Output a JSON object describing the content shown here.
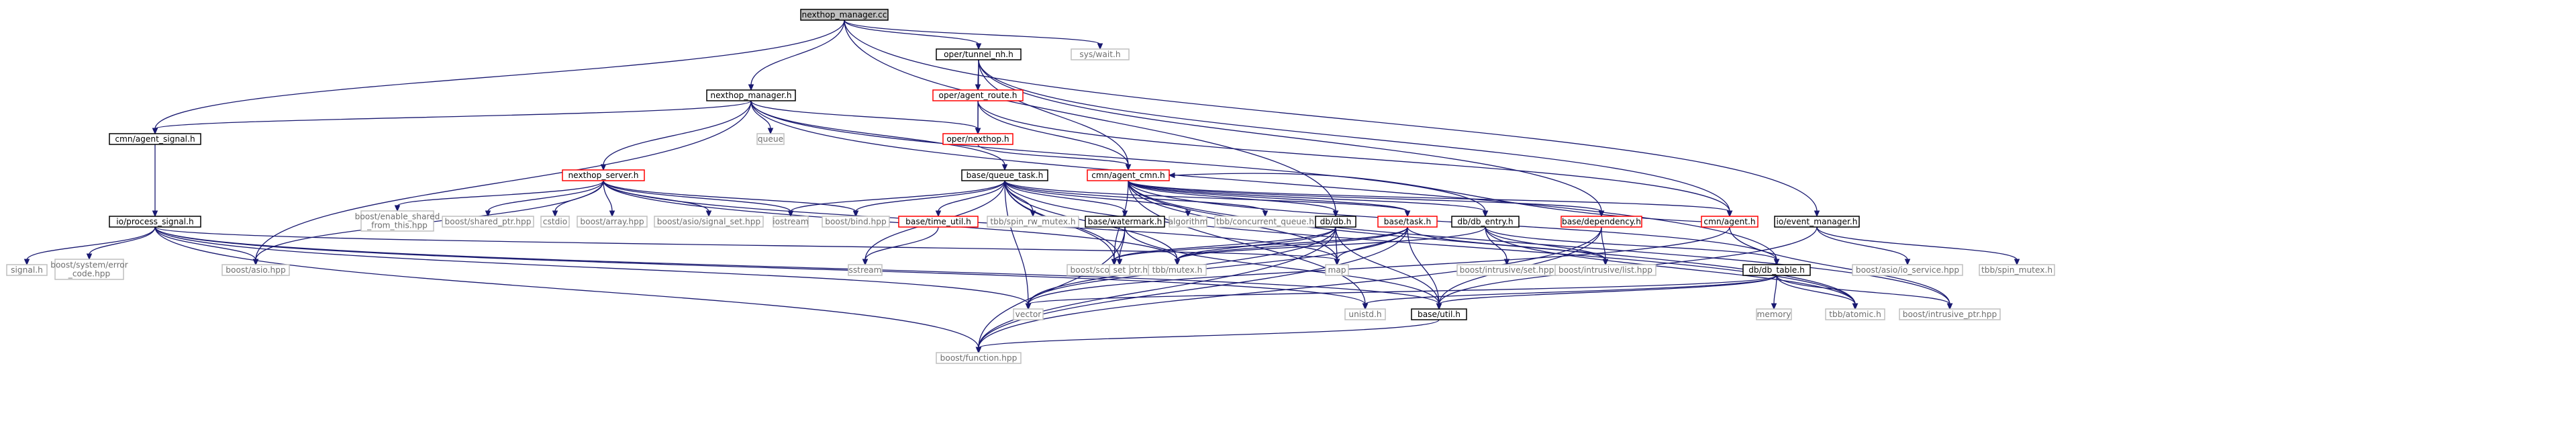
{
  "graph": {
    "colors": {
      "edge": "#191970",
      "root_fill": "#bfbfbf",
      "root_border": "#000000",
      "linked_border": "#000000",
      "truncated_border": "#ff0000",
      "leaf_border": "#bfbfbf",
      "text_dark": "#000000",
      "text_leaf": "#6e6e6e"
    },
    "nodes": [
      {
        "id": "nexthop_manager_cc",
        "label": "nexthop_manager.cc",
        "kind": "root"
      },
      {
        "id": "cmn_agent_signal_h",
        "label": "cmn/agent_signal.h",
        "kind": "linked"
      },
      {
        "id": "nexthop_manager_h",
        "label": "nexthop_manager.h",
        "kind": "linked"
      },
      {
        "id": "oper_tunnel_nh_h",
        "label": "oper/tunnel_nh.h",
        "kind": "linked"
      },
      {
        "id": "sys_wait_h",
        "label": "sys/wait.h",
        "kind": "leaf"
      },
      {
        "id": "oper_agent_route_h",
        "label": "oper/agent_route.h",
        "kind": "truncated"
      },
      {
        "id": "oper_nexthop_h",
        "label": "oper/nexthop.h",
        "kind": "truncated"
      },
      {
        "id": "queue",
        "label": "queue",
        "kind": "leaf"
      },
      {
        "id": "nexthop_server_h",
        "label": "nexthop_server.h",
        "kind": "truncated"
      },
      {
        "id": "base_queue_task_h",
        "label": "base/queue_task.h",
        "kind": "linked"
      },
      {
        "id": "cmn_agent_cmn_h",
        "label": "cmn/agent_cmn.h",
        "kind": "truncated"
      },
      {
        "id": "io_process_signal_h",
        "label": "io/process_signal.h",
        "kind": "linked"
      },
      {
        "id": "boost_enable_shared_from_this_hpp",
        "label": "boost/enable_shared\n_from_this.hpp",
        "kind": "leaf"
      },
      {
        "id": "boost_shared_ptr_hpp",
        "label": "boost/shared_ptr.hpp",
        "kind": "leaf"
      },
      {
        "id": "cstdio",
        "label": "cstdio",
        "kind": "leaf"
      },
      {
        "id": "boost_array_hpp",
        "label": "boost/array.hpp",
        "kind": "leaf"
      },
      {
        "id": "boost_asio_signal_set_hpp",
        "label": "boost/asio/signal_set.hpp",
        "kind": "leaf"
      },
      {
        "id": "iostream",
        "label": "iostream",
        "kind": "leaf"
      },
      {
        "id": "boost_bind_hpp",
        "label": "boost/bind.hpp",
        "kind": "leaf"
      },
      {
        "id": "base_time_util_h",
        "label": "base/time_util.h",
        "kind": "truncated"
      },
      {
        "id": "tbb_spin_rw_mutex_h",
        "label": "tbb/spin_rw_mutex.h",
        "kind": "leaf"
      },
      {
        "id": "base_watermark_h",
        "label": "base/watermark.h",
        "kind": "linked"
      },
      {
        "id": "algorithm",
        "label": "algorithm",
        "kind": "leaf"
      },
      {
        "id": "tbb_concurrent_queue_h",
        "label": "tbb/concurrent_queue.h",
        "kind": "leaf"
      },
      {
        "id": "db_db_h",
        "label": "db/db.h",
        "kind": "linked"
      },
      {
        "id": "base_task_h",
        "label": "base/task.h",
        "kind": "truncated"
      },
      {
        "id": "db_db_entry_h",
        "label": "db/db_entry.h",
        "kind": "linked"
      },
      {
        "id": "base_dependency_h",
        "label": "base/dependency.h",
        "kind": "truncated"
      },
      {
        "id": "cmn_agent_h",
        "label": "cmn/agent.h",
        "kind": "truncated"
      },
      {
        "id": "io_event_manager_h",
        "label": "io/event_manager.h",
        "kind": "linked"
      },
      {
        "id": "signal_h",
        "label": "signal.h",
        "kind": "leaf"
      },
      {
        "id": "boost_system_error_code_hpp",
        "label": "boost/system/error\n_code.hpp",
        "kind": "leaf"
      },
      {
        "id": "boost_asio_hpp",
        "label": "boost/asio.hpp",
        "kind": "leaf"
      },
      {
        "id": "sstream",
        "label": "sstream",
        "kind": "leaf"
      },
      {
        "id": "boost_scoped_ptr_hpp",
        "label": "boost/scoped_ptr.hpp",
        "kind": "leaf"
      },
      {
        "id": "set",
        "label": "set",
        "kind": "leaf"
      },
      {
        "id": "tbb_mutex_h",
        "label": "tbb/mutex.h",
        "kind": "leaf"
      },
      {
        "id": "map",
        "label": "map",
        "kind": "leaf"
      },
      {
        "id": "boost_intrusive_set_hpp",
        "label": "boost/intrusive/set.hpp",
        "kind": "leaf"
      },
      {
        "id": "boost_intrusive_list_hpp",
        "label": "boost/intrusive/list.hpp",
        "kind": "leaf"
      },
      {
        "id": "db_db_table_h",
        "label": "db/db_table.h",
        "kind": "linked"
      },
      {
        "id": "boost_asio_io_service_hpp",
        "label": "boost/asio/io_service.hpp",
        "kind": "leaf"
      },
      {
        "id": "tbb_spin_mutex_h",
        "label": "tbb/spin_mutex.h",
        "kind": "leaf"
      },
      {
        "id": "vector",
        "label": "vector",
        "kind": "leaf"
      },
      {
        "id": "unistd_h",
        "label": "unistd.h",
        "kind": "leaf"
      },
      {
        "id": "base_util_h",
        "label": "base/util.h",
        "kind": "linked"
      },
      {
        "id": "memory",
        "label": "memory",
        "kind": "leaf"
      },
      {
        "id": "tbb_atomic_h",
        "label": "tbb/atomic.h",
        "kind": "leaf"
      },
      {
        "id": "boost_intrusive_ptr_hpp",
        "label": "boost/intrusive_ptr.hpp",
        "kind": "leaf"
      },
      {
        "id": "boost_function_hpp",
        "label": "boost/function.hpp",
        "kind": "leaf"
      }
    ],
    "edges": [
      [
        "nexthop_manager_cc",
        "cmn_agent_signal_h"
      ],
      [
        "nexthop_manager_cc",
        "nexthop_manager_h"
      ],
      [
        "nexthop_manager_cc",
        "oper_tunnel_nh_h"
      ],
      [
        "nexthop_manager_cc",
        "sys_wait_h"
      ],
      [
        "nexthop_manager_cc",
        "db_db_h"
      ],
      [
        "nexthop_manager_cc",
        "io_event_manager_h"
      ],
      [
        "nexthop_manager_h",
        "cmn_agent_signal_h"
      ],
      [
        "nexthop_manager_h",
        "queue"
      ],
      [
        "nexthop_manager_h",
        "nexthop_server_h"
      ],
      [
        "nexthop_manager_h",
        "base_queue_task_h"
      ],
      [
        "nexthop_manager_h",
        "oper_nexthop_h"
      ],
      [
        "nexthop_manager_h",
        "boost_asio_hpp"
      ],
      [
        "nexthop_manager_h",
        "db_db_entry_h"
      ],
      [
        "nexthop_manager_h",
        "db_db_table_h"
      ],
      [
        "oper_tunnel_nh_h",
        "oper_agent_route_h"
      ],
      [
        "oper_tunnel_nh_h",
        "oper_nexthop_h"
      ],
      [
        "oper_tunnel_nh_h",
        "cmn_agent_cmn_h"
      ],
      [
        "oper_tunnel_nh_h",
        "cmn_agent_h"
      ],
      [
        "oper_tunnel_nh_h",
        "base_dependency_h"
      ],
      [
        "oper_agent_route_h",
        "oper_nexthop_h"
      ],
      [
        "oper_agent_route_h",
        "cmn_agent_cmn_h"
      ],
      [
        "oper_agent_route_h",
        "cmn_agent_h"
      ],
      [
        "oper_nexthop_h",
        "cmn_agent_cmn_h"
      ],
      [
        "cmn_agent_signal_h",
        "io_process_signal_h"
      ],
      [
        "io_process_signal_h",
        "signal_h"
      ],
      [
        "io_process_signal_h",
        "boost_system_error_code_hpp"
      ],
      [
        "io_process_signal_h",
        "boost_asio_hpp"
      ],
      [
        "io_process_signal_h",
        "map"
      ],
      [
        "io_process_signal_h",
        "vector"
      ],
      [
        "io_process_signal_h",
        "unistd_h"
      ],
      [
        "io_process_signal_h",
        "base_util_h"
      ],
      [
        "io_process_signal_h",
        "boost_function_hpp"
      ],
      [
        "nexthop_server_h",
        "boost_enable_shared_from_this_hpp"
      ],
      [
        "nexthop_server_h",
        "boost_shared_ptr_hpp"
      ],
      [
        "nexthop_server_h",
        "cstdio"
      ],
      [
        "nexthop_server_h",
        "boost_array_hpp"
      ],
      [
        "nexthop_server_h",
        "boost_asio_signal_set_hpp"
      ],
      [
        "nexthop_server_h",
        "iostream"
      ],
      [
        "nexthop_server_h",
        "boost_bind_hpp"
      ],
      [
        "nexthop_server_h",
        "boost_asio_hpp"
      ],
      [
        "nexthop_server_h",
        "map"
      ],
      [
        "nexthop_server_h",
        "tbb_mutex_h"
      ],
      [
        "base_queue_task_h",
        "iostream"
      ],
      [
        "base_queue_task_h",
        "boost_bind_hpp"
      ],
      [
        "base_queue_task_h",
        "base_time_util_h"
      ],
      [
        "base_queue_task_h",
        "tbb_spin_rw_mutex_h"
      ],
      [
        "base_queue_task_h",
        "base_watermark_h"
      ],
      [
        "base_queue_task_h",
        "algorithm"
      ],
      [
        "base_queue_task_h",
        "tbb_concurrent_queue_h"
      ],
      [
        "base_queue_task_h",
        "base_task_h"
      ],
      [
        "base_queue_task_h",
        "sstream"
      ],
      [
        "base_queue_task_h",
        "boost_scoped_ptr_hpp"
      ],
      [
        "base_queue_task_h",
        "set"
      ],
      [
        "base_queue_task_h",
        "tbb_mutex_h"
      ],
      [
        "base_queue_task_h",
        "vector"
      ],
      [
        "base_queue_task_h",
        "tbb_atomic_h"
      ],
      [
        "base_time_util_h",
        "sstream"
      ],
      [
        "base_watermark_h",
        "set"
      ],
      [
        "base_watermark_h",
        "boost_function_hpp"
      ],
      [
        "base_watermark_h",
        "base_util_h"
      ],
      [
        "cmn_agent_cmn_h",
        "db_db_h"
      ],
      [
        "cmn_agent_cmn_h",
        "base_task_h"
      ],
      [
        "cmn_agent_cmn_h",
        "db_db_entry_h"
      ],
      [
        "cmn_agent_cmn_h",
        "base_dependency_h"
      ],
      [
        "cmn_agent_cmn_h",
        "cmn_agent_h"
      ],
      [
        "cmn_agent_cmn_h",
        "db_db_table_h"
      ],
      [
        "cmn_agent_cmn_h",
        "map"
      ],
      [
        "cmn_agent_cmn_h",
        "boost_scoped_ptr_hpp"
      ],
      [
        "cmn_agent_cmn_h",
        "unistd_h"
      ],
      [
        "cmn_agent_cmn_h",
        "tbb_atomic_h"
      ],
      [
        "cmn_agent_cmn_h",
        "boost_intrusive_ptr_hpp"
      ],
      [
        "cmn_agent_h",
        "cmn_agent_cmn_h"
      ],
      [
        "cmn_agent_h",
        "vector"
      ],
      [
        "cmn_agent_h",
        "boost_intrusive_ptr_hpp"
      ],
      [
        "db_db_h",
        "map"
      ],
      [
        "db_db_h",
        "vector"
      ],
      [
        "db_db_h",
        "boost_function_hpp"
      ],
      [
        "db_db_h",
        "boost_scoped_ptr_hpp"
      ],
      [
        "db_db_h",
        "tbb_mutex_h"
      ],
      [
        "db_db_h",
        "base_util_h"
      ],
      [
        "base_task_h",
        "map"
      ],
      [
        "base_task_h",
        "vector"
      ],
      [
        "base_task_h",
        "boost_scoped_ptr_hpp"
      ],
      [
        "base_task_h",
        "boost_intrusive_list_hpp"
      ],
      [
        "base_task_h",
        "tbb_mutex_h"
      ],
      [
        "base_task_h",
        "base_util_h"
      ],
      [
        "base_task_h",
        "boost_function_hpp"
      ],
      [
        "db_db_entry_h",
        "boost_intrusive_set_hpp"
      ],
      [
        "db_db_entry_h",
        "boost_intrusive_list_hpp"
      ],
      [
        "db_db_entry_h",
        "tbb_mutex_h"
      ],
      [
        "db_db_entry_h",
        "tbb_atomic_h"
      ],
      [
        "db_db_entry_h",
        "db_db_table_h"
      ],
      [
        "base_dependency_h",
        "boost_intrusive_list_hpp"
      ],
      [
        "base_dependency_h",
        "base_util_h"
      ],
      [
        "base_dependency_h",
        "boost_function_hpp"
      ],
      [
        "db_db_table_h",
        "memory"
      ],
      [
        "db_db_table_h",
        "vector"
      ],
      [
        "db_db_table_h",
        "tbb_atomic_h"
      ],
      [
        "db_db_table_h",
        "boost_intrusive_ptr_hpp"
      ],
      [
        "db_db_table_h",
        "unistd_h"
      ],
      [
        "db_db_table_h",
        "base_util_h"
      ],
      [
        "io_event_manager_h",
        "boost_asio_io_service_hpp"
      ],
      [
        "io_event_manager_h",
        "tbb_spin_mutex_h"
      ],
      [
        "io_event_manager_h",
        "base_util_h"
      ],
      [
        "base_util_h",
        "boost_function_hpp"
      ]
    ]
  }
}
